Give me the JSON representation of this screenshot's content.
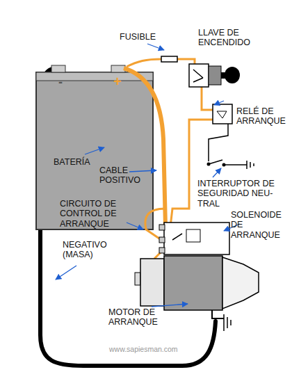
{
  "diagram": {
    "labels": [
      "FUSIBLE",
      "LLAVE DE ENCENDIDO",
      "-",
      "+",
      "RELÉ DE ARRANQUE",
      "BATERÍA",
      "CABLE POSITIVO",
      "INTERRUPTOR DE SEGURIDAD NEU- TRAL",
      "CIRCUITO DE CONTROL DE ARRANQUE",
      "SOLENOIDE DE ARRANQUE",
      "NEGATIVO (MASA)",
      "MOTOR DE ARRANQUE",
      "www.sapiesman.com"
    ]
  }
}
